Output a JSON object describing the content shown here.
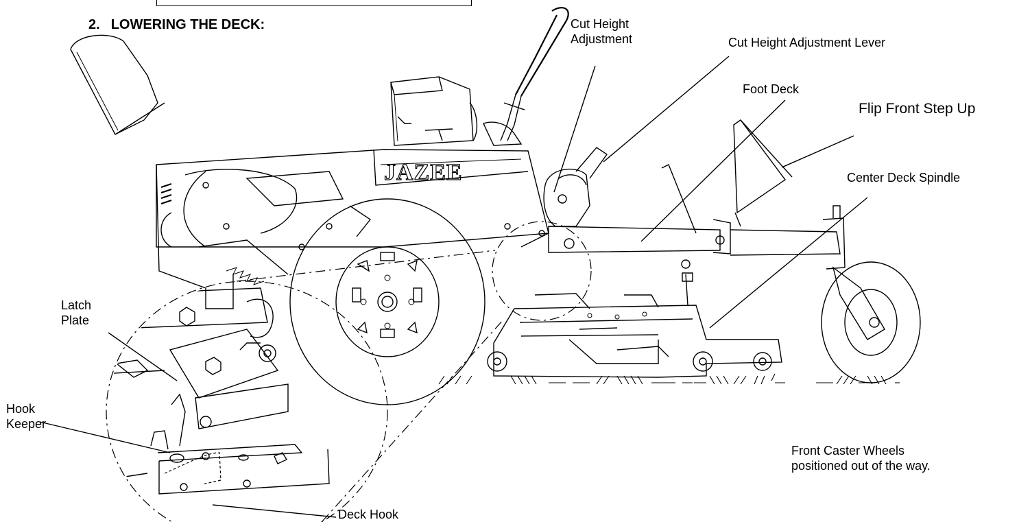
{
  "heading": {
    "step_number": "2.",
    "step_title": "LOWERING THE DECK:"
  },
  "labels": {
    "cut_height_adjustment": [
      "Cut Height",
      "Adjustment"
    ],
    "cut_height_adjustment_lever": "Cut Height Adjustment Lever",
    "foot_deck": "Foot Deck",
    "flip_front_step_up": "Flip Front Step Up",
    "center_deck_spindle": "Center Deck Spindle",
    "latch_plate": [
      "Latch",
      "Plate"
    ],
    "hook_keeper": [
      "Hook",
      "Keeper"
    ],
    "deck_hook": "Deck Hook",
    "front_caster_wheels": [
      "Front Caster Wheels",
      "positioned out of the way."
    ]
  },
  "brand": {
    "logo_text": "JAZEE"
  }
}
